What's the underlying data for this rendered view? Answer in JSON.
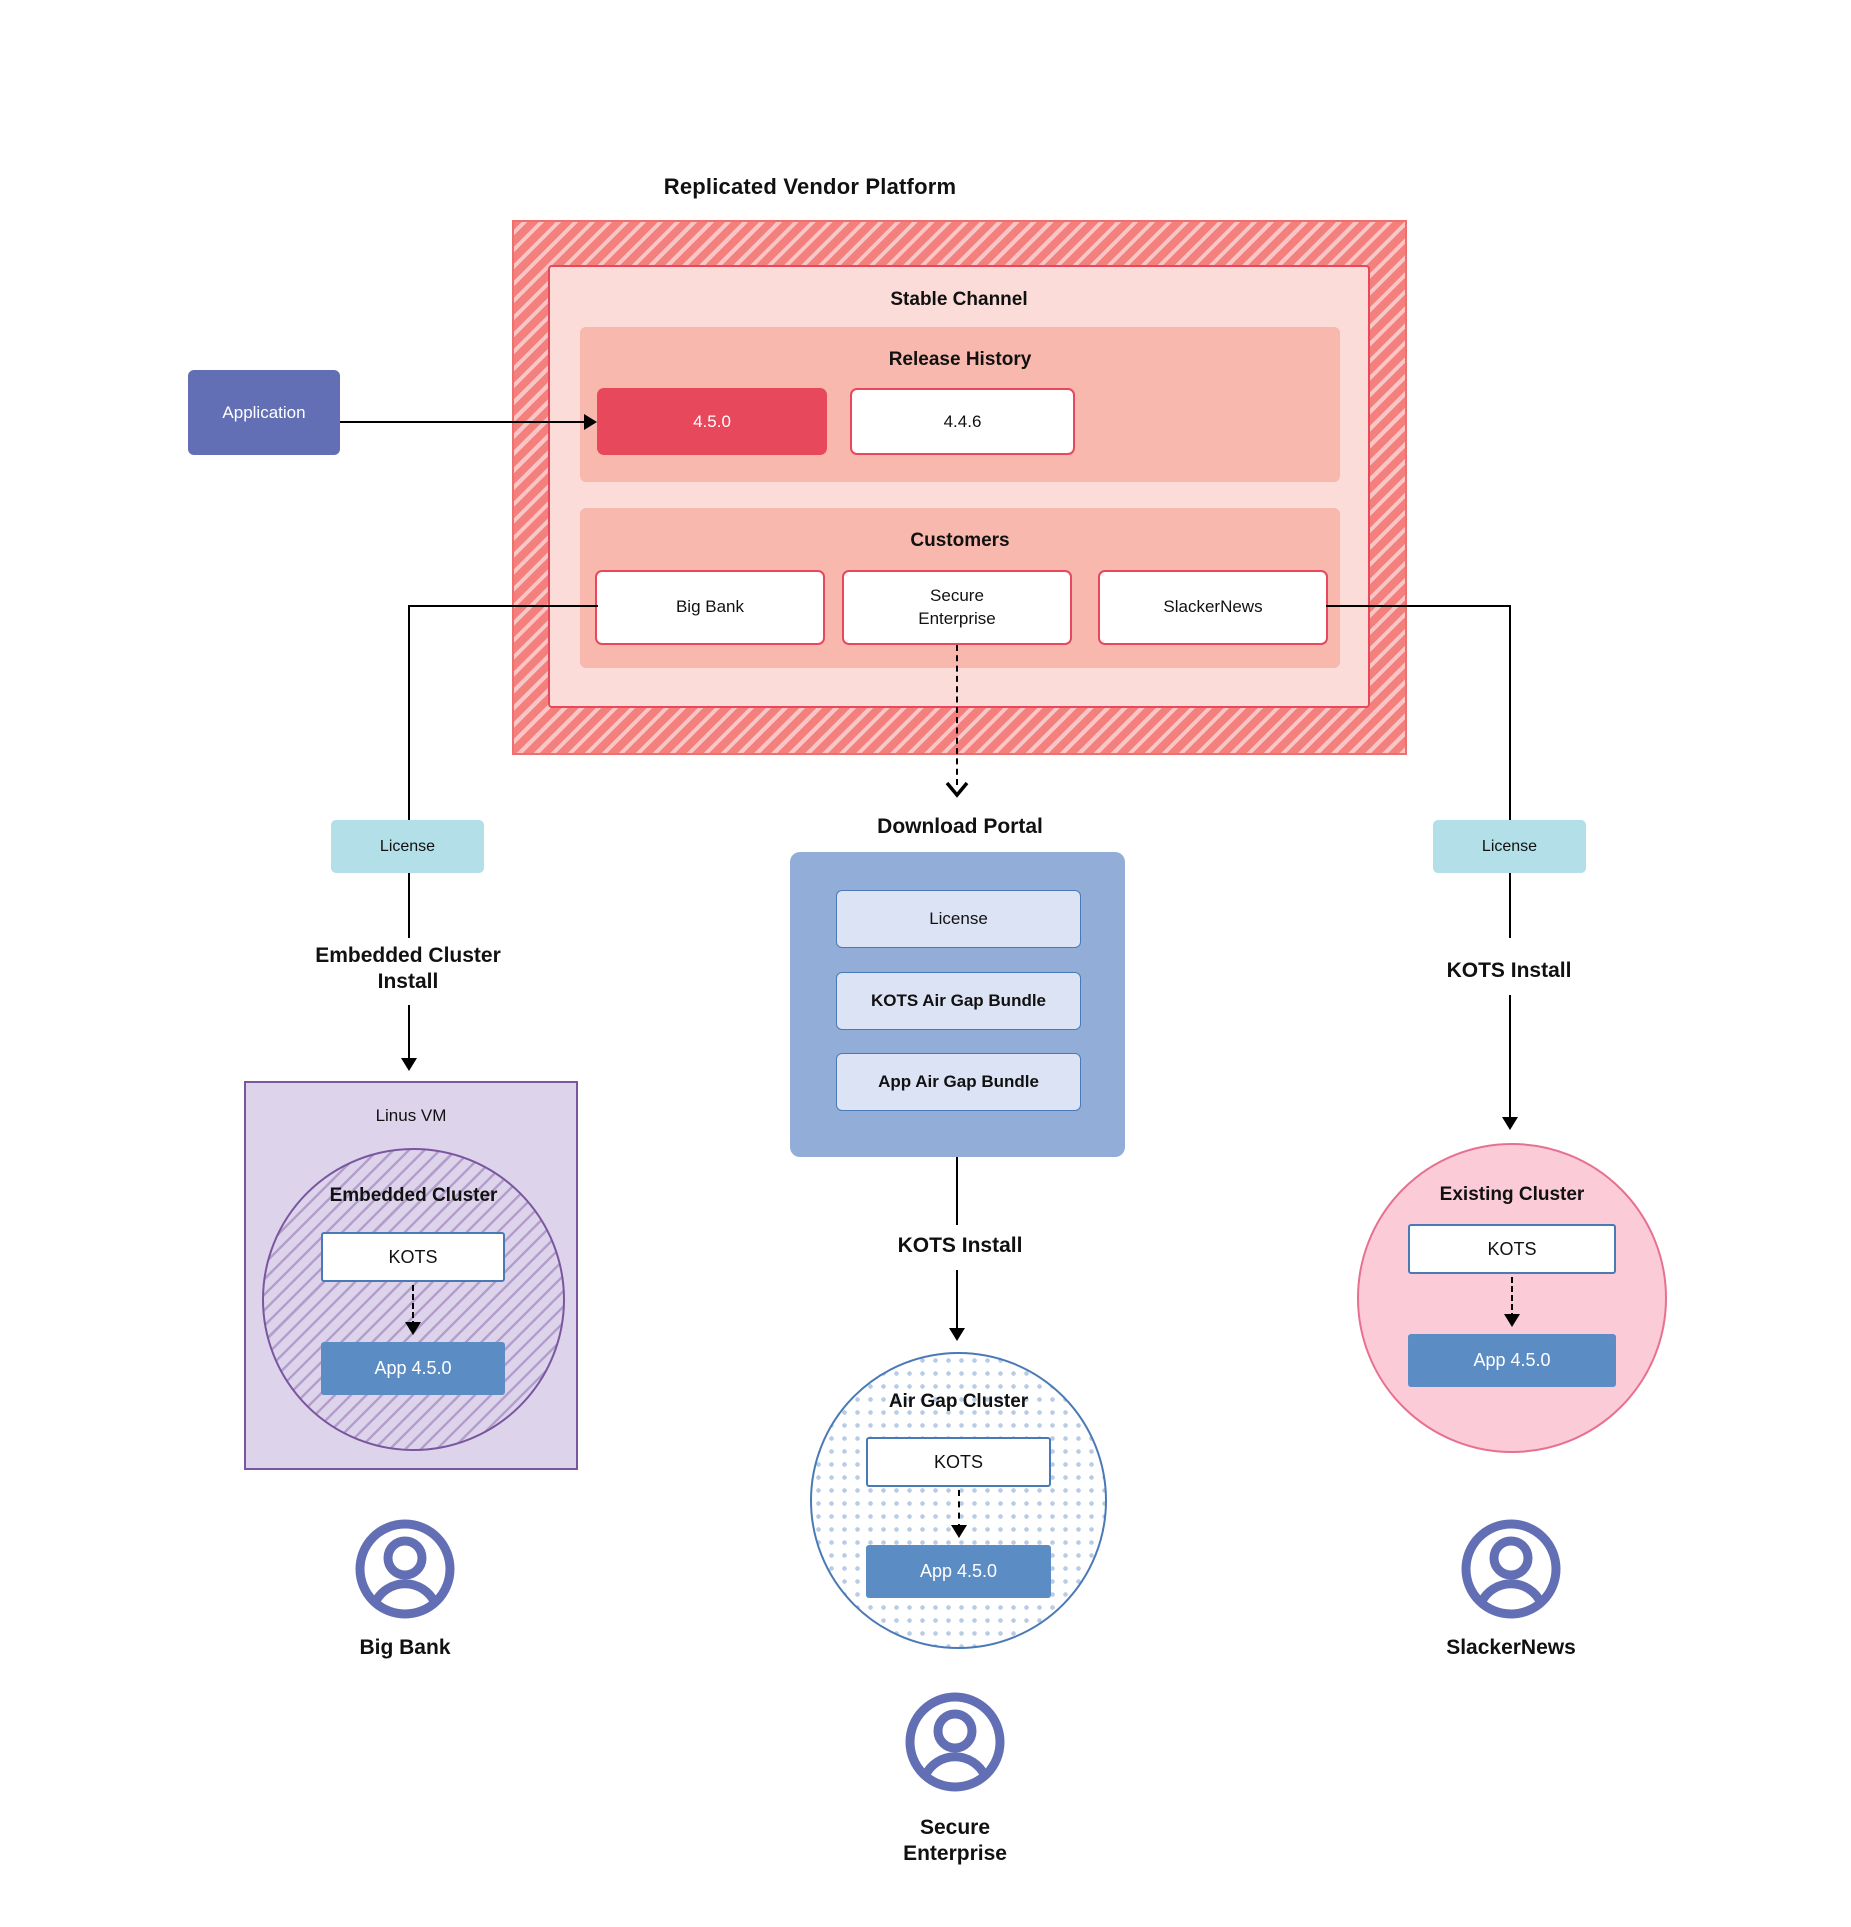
{
  "diagram": {
    "title": "Replicated Vendor Platform",
    "platform": {
      "channel_title": "Stable Channel",
      "release_history": {
        "title": "Release History",
        "releases": [
          {
            "version": "4.5.0",
            "state": "active"
          },
          {
            "version": "4.4.6",
            "state": "inactive"
          }
        ]
      },
      "customers": {
        "title": "Customers",
        "items": [
          {
            "name": "Big Bank"
          },
          {
            "name": "Secure\nEnterprise"
          },
          {
            "name": "SlackerNews"
          }
        ]
      }
    },
    "application": {
      "label": "Application"
    },
    "licenses": {
      "left_label": "License",
      "right_label": "License"
    },
    "install_labels": {
      "left": "Embedded Cluster\nInstall",
      "center": "KOTS Install",
      "right": "KOTS Install"
    },
    "download_portal": {
      "title": "Download  Portal",
      "items": [
        {
          "label": "License"
        },
        {
          "label": "KOTS Air Gap Bundle"
        },
        {
          "label": "App Air Gap Bundle"
        }
      ]
    },
    "clusters": {
      "left": {
        "host_label": "Linus VM",
        "cluster_label": "Embedded Cluster",
        "kots_label": "KOTS",
        "app_label": "App 4.5.0"
      },
      "center": {
        "cluster_label": "Air Gap Cluster",
        "kots_label": "KOTS",
        "app_label": "App 4.5.0"
      },
      "right": {
        "cluster_label": "Existing Cluster",
        "kots_label": "KOTS",
        "app_label": "App 4.5.0"
      }
    },
    "end_users": [
      {
        "name": "Big Bank"
      },
      {
        "name": "Secure\nEnterprise"
      },
      {
        "name": "SlackerNews"
      }
    ],
    "colors": {
      "platform_red": "#f4807e",
      "channel_pink": "#fbdcd8",
      "subpanel_pink": "#f8b8ae",
      "release_active_red": "#e8485c",
      "application_purple": "#636fb4",
      "license_teal": "#b2dfe8",
      "portal_blue": "#92aed8",
      "portal_item_blue": "#dce3f4",
      "vm_purple": "#ddd4ec",
      "existing_cluster_pink": "#fbccd8",
      "app_box_blue": "#5b8cc4",
      "avatar_purple": "#636fb4"
    }
  }
}
